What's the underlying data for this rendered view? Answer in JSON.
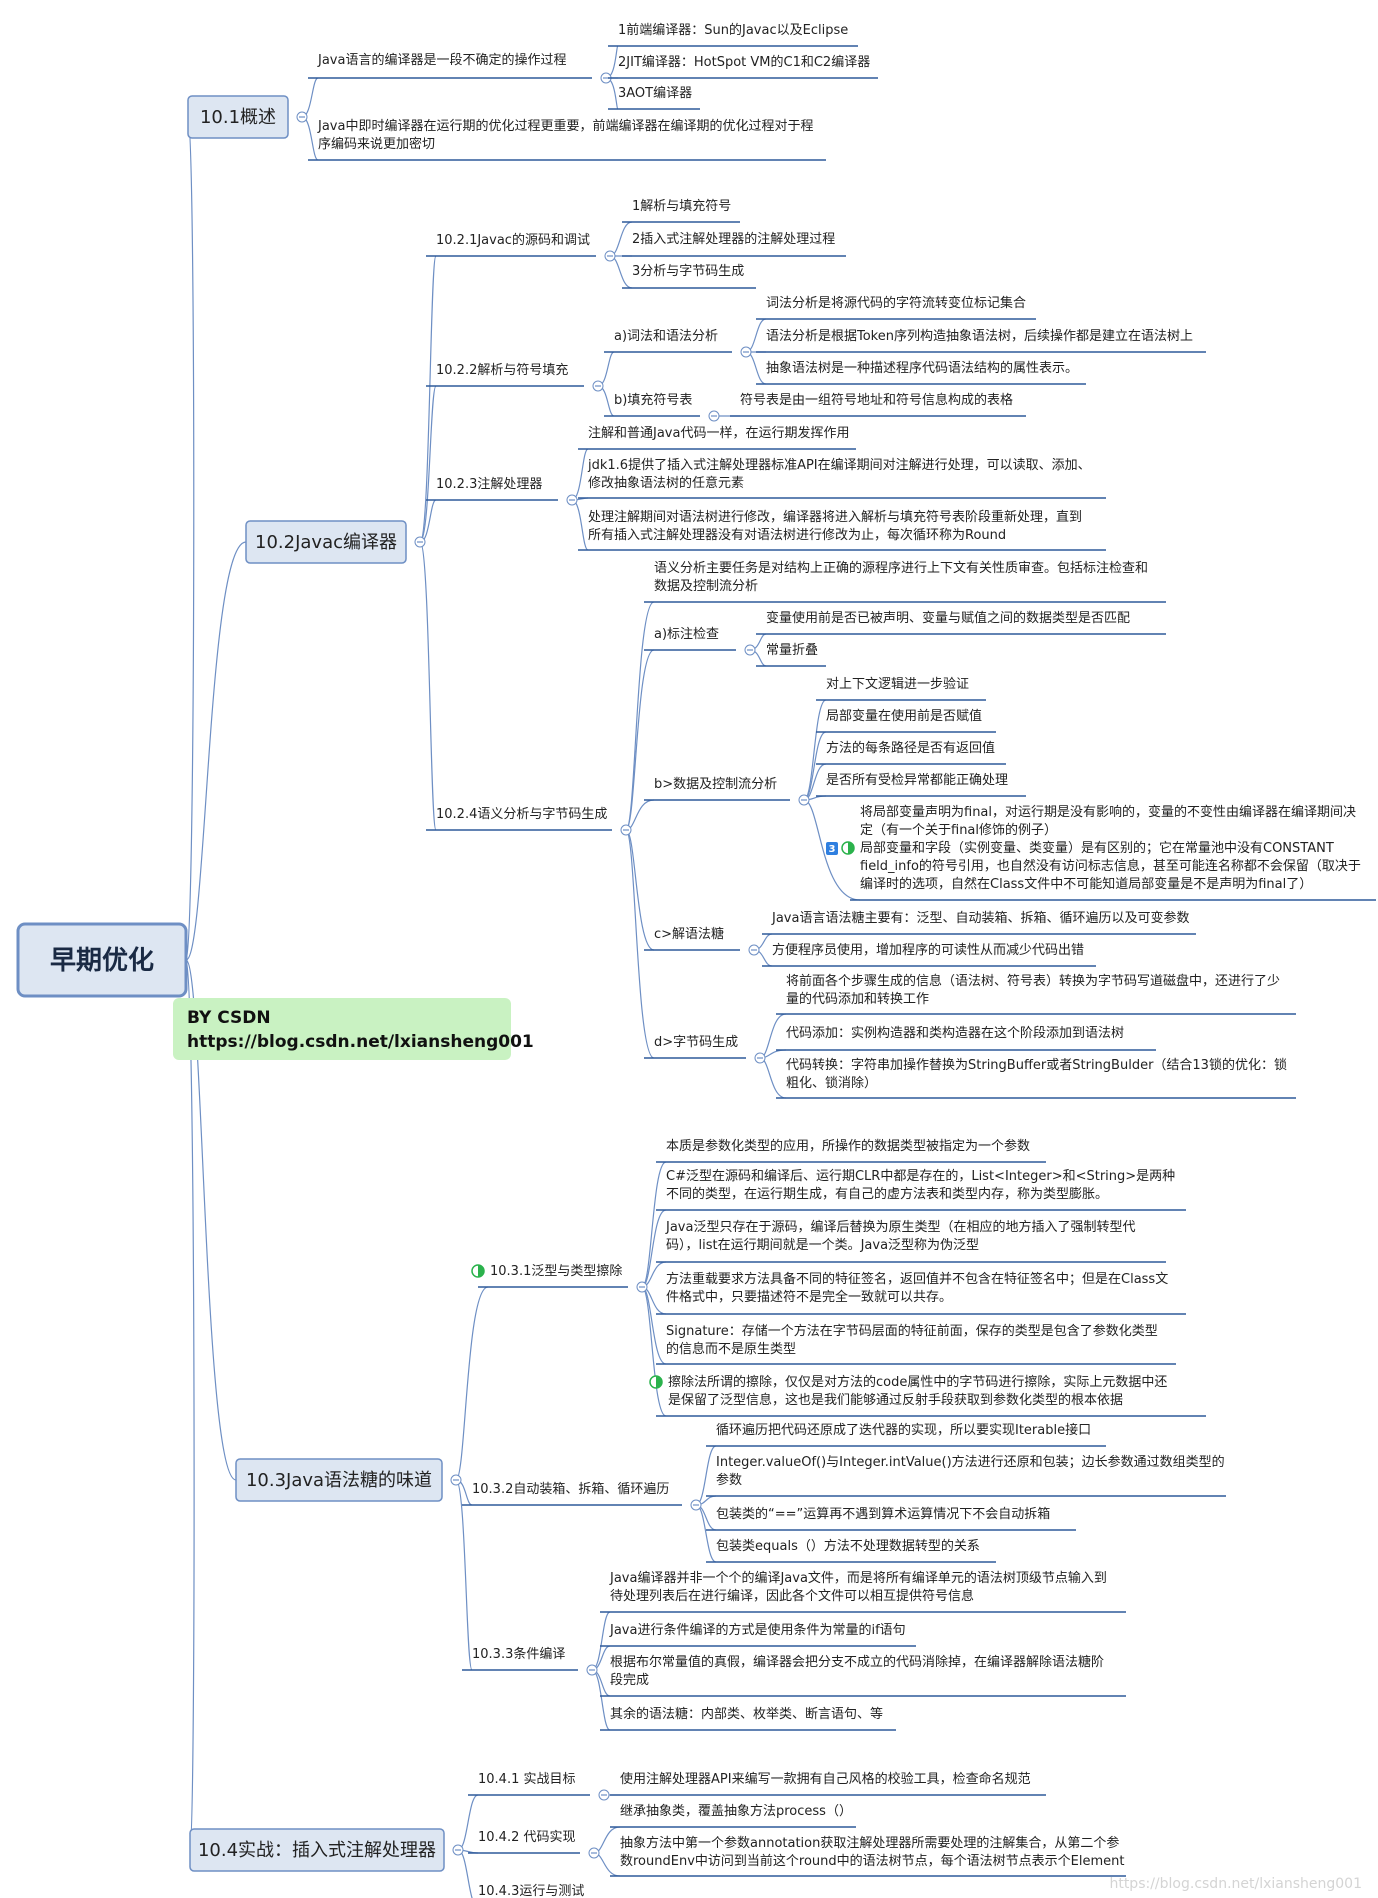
{
  "root": "早期优化",
  "credit": {
    "line1": "BY CSDN",
    "line2": "https://blog.csdn.net/lxiansheng001"
  },
  "watermark": "https://blog.csdn.net/lxiansheng001",
  "colors": {
    "box_border": "#6e8fc4",
    "box_fill": "#dde6f2",
    "line": "#6e8fc4",
    "underline": "#2f5a9a",
    "credit_bg": "#c9f2c2",
    "badge": "#2f7fe0",
    "progress": "#2bb24c"
  },
  "nodes": [
    {
      "id": "n1",
      "text": "10.1概述",
      "kind": "box"
    },
    {
      "id": "n1a",
      "text": "Java语言的编译器是一段不确定的操作过程",
      "kind": "leaf"
    },
    {
      "id": "n1a1",
      "text": "1前端编译器：Sun的Javac以及Eclipse",
      "kind": "leaf"
    },
    {
      "id": "n1a2",
      "text": "2JIT编译器：HotSpot VM的C1和C2编译器",
      "kind": "leaf"
    },
    {
      "id": "n1a3",
      "text": "3AOT编译器",
      "kind": "leaf"
    },
    {
      "id": "n1b",
      "text": "Java中即时编译器在运行期的优化过程更重要，前端编译器在编译期的优化过程对于程\n序编码来说更加密切",
      "kind": "leaf"
    },
    {
      "id": "n2",
      "text": "10.2Javac编译器",
      "kind": "box"
    },
    {
      "id": "n21",
      "text": "10.2.1Javac的源码和调试",
      "kind": "leaf"
    },
    {
      "id": "n211",
      "text": "1解析与填充符号",
      "kind": "leaf"
    },
    {
      "id": "n212",
      "text": "2插入式注解处理器的注解处理过程",
      "kind": "leaf"
    },
    {
      "id": "n213",
      "text": "3分析与字节码生成",
      "kind": "leaf"
    },
    {
      "id": "n22",
      "text": "10.2.2解析与符号填充",
      "kind": "leaf"
    },
    {
      "id": "n22a",
      "text": "a)词法和语法分析",
      "kind": "leaf"
    },
    {
      "id": "n22a1",
      "text": "词法分析是将源代码的字符流转变位标记集合",
      "kind": "leaf"
    },
    {
      "id": "n22a2",
      "text": "语法分析是根据Token序列构造抽象语法树，后续操作都是建立在语法树上",
      "kind": "leaf"
    },
    {
      "id": "n22a3",
      "text": "抽象语法树是一种描述程序代码语法结构的属性表示。",
      "kind": "leaf"
    },
    {
      "id": "n22b",
      "text": "b)填充符号表",
      "kind": "leaf"
    },
    {
      "id": "n22b1",
      "text": "符号表是由一组符号地址和符号信息构成的表格",
      "kind": "leaf"
    },
    {
      "id": "n23",
      "text": "10.2.3注解处理器",
      "kind": "leaf"
    },
    {
      "id": "n231",
      "text": "注解和普通Java代码一样，在运行期发挥作用",
      "kind": "leaf"
    },
    {
      "id": "n232",
      "text": "jdk1.6提供了插入式注解处理器标准API在编译期间对注解进行处理，可以读取、添加、\n修改抽象语法树的任意元素",
      "kind": "leaf"
    },
    {
      "id": "n233",
      "text": "处理注解期间对语法树进行修改，编译器将进入解析与填充符号表阶段重新处理，直到\n所有插入式注解处理器没有对语法树进行修改为止，每次循环称为Round",
      "kind": "leaf"
    },
    {
      "id": "n24",
      "text": "10.2.4语义分析与字节码生成",
      "kind": "leaf"
    },
    {
      "id": "n240",
      "text": "语义分析主要任务是对结构上正确的源程序进行上下文有关性质审查。包括标注检查和\n数据及控制流分析",
      "kind": "leaf"
    },
    {
      "id": "n24a",
      "text": "a)标注检查",
      "kind": "leaf"
    },
    {
      "id": "n24a1",
      "text": "变量使用前是否已被声明、变量与赋值之间的数据类型是否匹配",
      "kind": "leaf"
    },
    {
      "id": "n24a2",
      "text": "常量折叠",
      "kind": "leaf"
    },
    {
      "id": "n24b",
      "text": "b>数据及控制流分析",
      "kind": "leaf"
    },
    {
      "id": "n24b1",
      "text": "对上下文逻辑进一步验证",
      "kind": "leaf"
    },
    {
      "id": "n24b2",
      "text": "局部变量在使用前是否赋值",
      "kind": "leaf"
    },
    {
      "id": "n24b3",
      "text": "方法的每条路径是否有返回值",
      "kind": "leaf"
    },
    {
      "id": "n24b4",
      "text": "是否所有受检异常都能正确处理",
      "kind": "leaf"
    },
    {
      "id": "n24b5",
      "text": "将局部变量声明为final，对运行期是没有影响的，变量的不变性由编译器在编译期间决\n定（有一个关于final修饰的例子）\n局部变量和字段（实例变量、类变量）是有区别的；它在常量池中没有CONSTANT\nfield_info的符号引用，也自然没有访问标志信息，甚至可能连名称都不会保留（取决于\n编译时的选项，自然在Class文件中不可能知道局部变量是不是声明为final了）",
      "kind": "leaf",
      "badge": "3"
    },
    {
      "id": "n24c",
      "text": "c>解语法糖",
      "kind": "leaf"
    },
    {
      "id": "n24c1",
      "text": "Java语言语法糖主要有：泛型、自动装箱、拆箱、循环遍历以及可变参数",
      "kind": "leaf"
    },
    {
      "id": "n24c2",
      "text": "方便程序员使用，增加程序的可读性从而减少代码出错",
      "kind": "leaf"
    },
    {
      "id": "n24d",
      "text": "d>字节码生成",
      "kind": "leaf"
    },
    {
      "id": "n24d1",
      "text": "将前面各个步骤生成的信息（语法树、符号表）转换为字节码写道磁盘中，还进行了少\n量的代码添加和转换工作",
      "kind": "leaf"
    },
    {
      "id": "n24d2",
      "text": "代码添加：实例构造器和类构造器在这个阶段添加到语法树",
      "kind": "leaf"
    },
    {
      "id": "n24d3",
      "text": "代码转换：字符串加操作替换为StringBuffer或者StringBulder（结合13锁的优化：锁\n粗化、锁消除）",
      "kind": "leaf"
    },
    {
      "id": "n3",
      "text": "10.3Java语法糖的味道",
      "kind": "box"
    },
    {
      "id": "n31",
      "text": "10.3.1泛型与类型擦除",
      "kind": "leaf"
    },
    {
      "id": "n311",
      "text": "本质是参数化类型的应用，所操作的数据类型被指定为一个参数",
      "kind": "leaf"
    },
    {
      "id": "n312",
      "text": "C#泛型在源码和编译后、运行期CLR中都是存在的，List<Integer>和<String>是两种\n不同的类型，在运行期生成，有自己的虚方法表和类型内存，称为类型膨胀。",
      "kind": "leaf"
    },
    {
      "id": "n313",
      "text": "Java泛型只存在于源码，编译后替换为原生类型（在相应的地方插入了强制转型代\n码），list在运行期间就是一个类。Java泛型称为伪泛型",
      "kind": "leaf"
    },
    {
      "id": "n314",
      "text": "方法重载要求方法具备不同的特征签名，返回值并不包含在特征签名中；但是在Class文\n件格式中，只要描述符不是完全一致就可以共存。",
      "kind": "leaf"
    },
    {
      "id": "n315",
      "text": "Signature：存储一个方法在字节码层面的特征前面，保存的类型是包含了参数化类型\n的信息而不是原生类型",
      "kind": "leaf"
    },
    {
      "id": "n316",
      "text": "擦除法所谓的擦除，仅仅是对方法的code属性中的字节码进行擦除，实际上元数据中还\n是保留了泛型信息，这也是我们能够通过反射手段获取到参数化类型的根本依据",
      "kind": "leaf"
    },
    {
      "id": "n32",
      "text": "10.3.2自动装箱、拆箱、循环遍历",
      "kind": "leaf"
    },
    {
      "id": "n321",
      "text": "循环遍历把代码还原成了迭代器的实现，所以要实现Iterable接口",
      "kind": "leaf"
    },
    {
      "id": "n322",
      "text": "Integer.valueOf()与Integer.intValue()方法进行还原和包装；边长参数通过数组类型的\n参数",
      "kind": "leaf"
    },
    {
      "id": "n323",
      "text": "包装类的“==”运算再不遇到算术运算情况下不会自动拆箱",
      "kind": "leaf"
    },
    {
      "id": "n324",
      "text": "包装类equals（）方法不处理数据转型的关系",
      "kind": "leaf"
    },
    {
      "id": "n33",
      "text": "10.3.3条件编译",
      "kind": "leaf"
    },
    {
      "id": "n331",
      "text": "Java编译器并非一个个的编译Java文件，而是将所有编译单元的语法树顶级节点输入到\n待处理列表后在进行编译，因此各个文件可以相互提供符号信息",
      "kind": "leaf"
    },
    {
      "id": "n332",
      "text": "Java进行条件编译的方式是使用条件为常量的if语句",
      "kind": "leaf"
    },
    {
      "id": "n333",
      "text": "根据布尔常量值的真假，编译器会把分支不成立的代码消除掉，在编译器解除语法糖阶\n段完成",
      "kind": "leaf"
    },
    {
      "id": "n334",
      "text": "其余的语法糖：内部类、枚举类、断言语句、等",
      "kind": "leaf"
    },
    {
      "id": "n4",
      "text": "10.4实战：插入式注解处理器",
      "kind": "box"
    },
    {
      "id": "n41",
      "text": "10.4.1 实战目标",
      "kind": "leaf"
    },
    {
      "id": "n411",
      "text": "使用注解处理器API来编写一款拥有自己风格的校验工具，检查命名规范",
      "kind": "leaf"
    },
    {
      "id": "n42",
      "text": "10.4.2 代码实现",
      "kind": "leaf"
    },
    {
      "id": "n421",
      "text": "继承抽象类，覆盖抽象方法process（）",
      "kind": "leaf"
    },
    {
      "id": "n422",
      "text": "抽象方法中第一个参数annotation获取注解处理器所需要处理的注解集合，从第二个参\n数roundEnv中访问到当前这个round中的语法树节点，每个语法树节点表示个Element",
      "kind": "leaf"
    },
    {
      "id": "n43",
      "text": "10.4.3运行与测试",
      "kind": "leaf"
    }
  ]
}
